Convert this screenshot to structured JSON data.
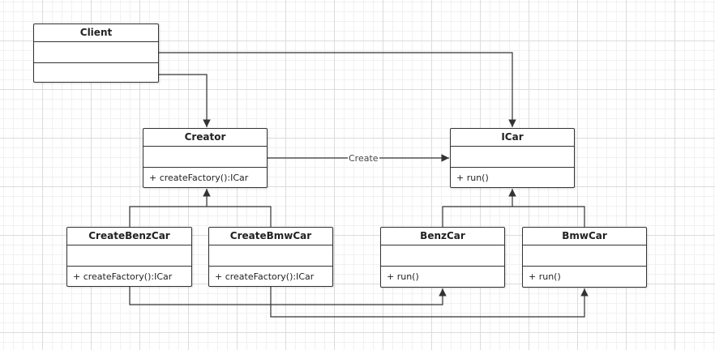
{
  "diagram": {
    "classes": [
      {
        "id": "client",
        "name": "Client",
        "operation": ""
      },
      {
        "id": "creator",
        "name": "Creator",
        "operation": "+ createFactory():ICar"
      },
      {
        "id": "icar",
        "name": "ICar",
        "operation": "+ run()"
      },
      {
        "id": "createbenzcar",
        "name": "CreateBenzCar",
        "operation": "+ createFactory():ICar"
      },
      {
        "id": "createbmwcar",
        "name": "CreateBmwCar",
        "operation": "+ createFactory():ICar"
      },
      {
        "id": "benzcar",
        "name": "BenzCar",
        "operation": "+ run()"
      },
      {
        "id": "bmwcar",
        "name": "BmwCar",
        "operation": "+ run()"
      }
    ],
    "relations": [
      {
        "from": "client",
        "to": "creator",
        "type": "association",
        "label": ""
      },
      {
        "from": "client",
        "to": "icar",
        "type": "association",
        "label": ""
      },
      {
        "from": "creator",
        "to": "icar",
        "type": "dependency",
        "label": "Create"
      },
      {
        "from": "createbenzcar",
        "to": "creator",
        "type": "generalization",
        "label": ""
      },
      {
        "from": "createbmwcar",
        "to": "creator",
        "type": "generalization",
        "label": ""
      },
      {
        "from": "benzcar",
        "to": "icar",
        "type": "generalization",
        "label": ""
      },
      {
        "from": "bmwcar",
        "to": "icar",
        "type": "generalization",
        "label": ""
      },
      {
        "from": "createbenzcar",
        "to": "benzcar",
        "type": "association",
        "label": ""
      },
      {
        "from": "createbmwcar",
        "to": "bmwcar",
        "type": "association",
        "label": ""
      }
    ]
  },
  "colors": {
    "line": "#333333",
    "box_border": "#333333",
    "grid": "#dcdcdc"
  }
}
